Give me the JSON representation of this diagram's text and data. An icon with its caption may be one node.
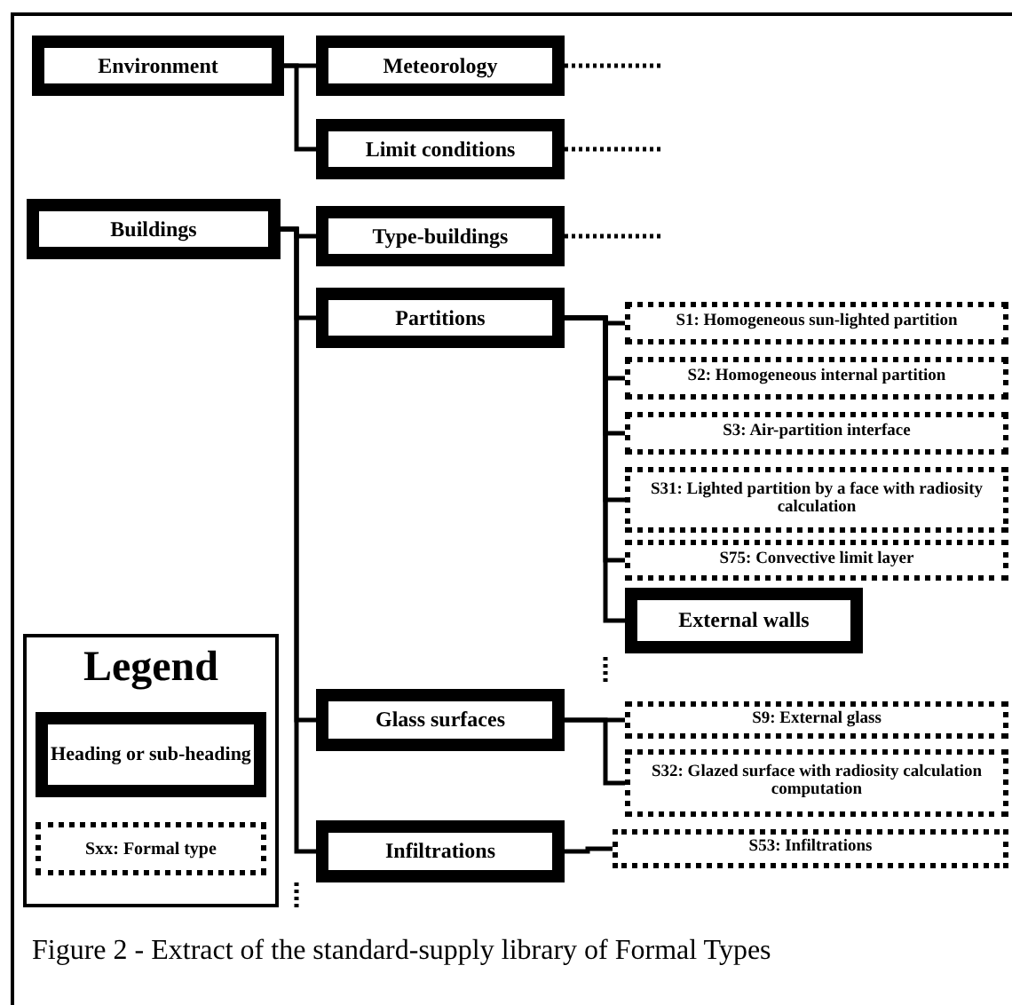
{
  "diagram": {
    "caption": "Figure 2 - Extract of the standard-supply library of Formal Types",
    "nodes": [
      {
        "text": [
          "Environment"
        ]
      },
      {
        "text": [
          "Meteorology"
        ]
      },
      {
        "text": [
          "Limit conditions"
        ]
      },
      {
        "text": [
          "Buildings"
        ]
      },
      {
        "text": [
          "Type-buildings"
        ]
      },
      {
        "text": [
          "Partitions"
        ]
      },
      {
        "text": [
          "S1: Homogeneous sun-lighted partition"
        ]
      },
      {
        "text": [
          "S2: Homogeneous internal partition"
        ]
      },
      {
        "text": [
          "S3: Air-partition interface"
        ]
      },
      {
        "text": [
          "S31: Lighted partition by a face with radiosity calculation"
        ]
      },
      {
        "text": [
          "S75: Convective limit layer"
        ]
      },
      {
        "text": [
          "External walls"
        ]
      },
      {
        "text": [
          "Glass surfaces"
        ]
      },
      {
        "text": [
          "S9: External glass"
        ]
      },
      {
        "text": [
          "S32: Glazed surface with radiosity calculation computation"
        ]
      },
      {
        "text": [
          "Infiltrations"
        ]
      },
      {
        "text": [
          "S53: Infiltrations"
        ]
      }
    ],
    "edges": [
      {
        "from": 0,
        "to": 1,
        "arrow": "none"
      },
      {
        "from": 0,
        "to": 2,
        "arrow": "none"
      },
      {
        "from": 3,
        "to": 4,
        "arrow": "none"
      },
      {
        "from": 3,
        "to": 5,
        "arrow": "none"
      },
      {
        "from": 3,
        "to": 12,
        "arrow": "none"
      },
      {
        "from": 3,
        "to": 15,
        "arrow": "none"
      },
      {
        "from": 5,
        "to": 6,
        "arrow": "none"
      },
      {
        "from": 5,
        "to": 7,
        "arrow": "none"
      },
      {
        "from": 5,
        "to": 8,
        "arrow": "none"
      },
      {
        "from": 5,
        "to": 9,
        "arrow": "none"
      },
      {
        "from": 5,
        "to": 10,
        "arrow": "none"
      },
      {
        "from": 5,
        "to": 11,
        "arrow": "none"
      },
      {
        "from": 12,
        "to": 13,
        "arrow": "none"
      },
      {
        "from": 12,
        "to": 14,
        "arrow": "none"
      },
      {
        "from": 15,
        "to": 16,
        "arrow": "none"
      }
    ],
    "labels": [
      "Legend"
    ],
    "legend": [
      {
        "text": "Heading or sub-heading"
      },
      {
        "text": "Sxx: Formal type"
      }
    ]
  }
}
